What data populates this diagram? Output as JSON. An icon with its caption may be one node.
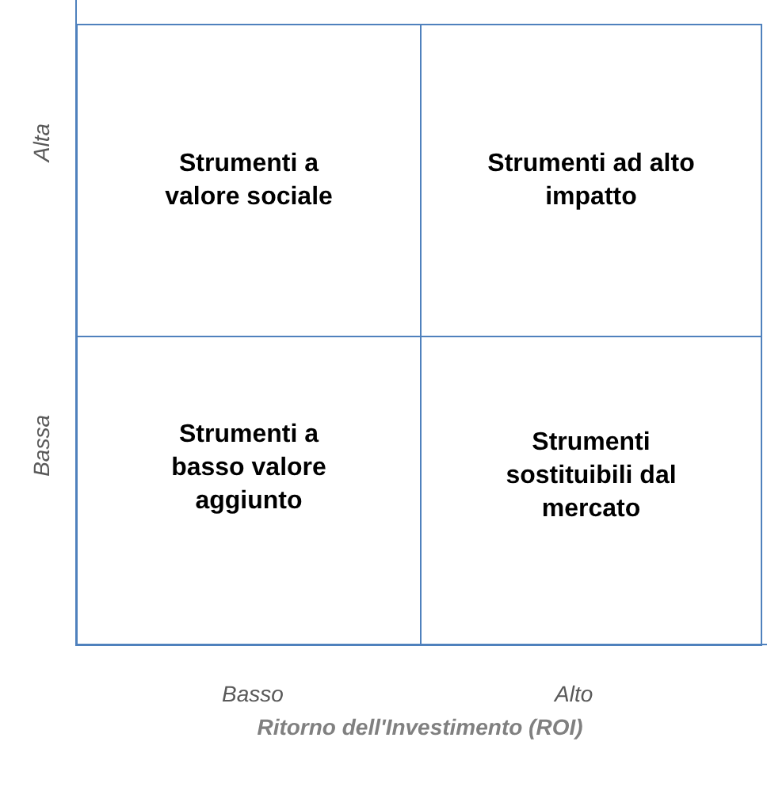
{
  "diagram": {
    "nodes": [
      {
        "text": [
          "Strumenti a valore sociale"
        ]
      },
      {
        "text": [
          "Strumenti ad alto impatto"
        ]
      },
      {
        "text": [
          "Strumenti a basso valore aggiunto"
        ]
      },
      {
        "text": [
          "Strumenti sostituibili dal mercato"
        ]
      }
    ],
    "labels": [
      "Alta",
      "Bassa",
      "Basso",
      "Alto",
      "Ritorno dell'Investimento (ROI)"
    ]
  }
}
